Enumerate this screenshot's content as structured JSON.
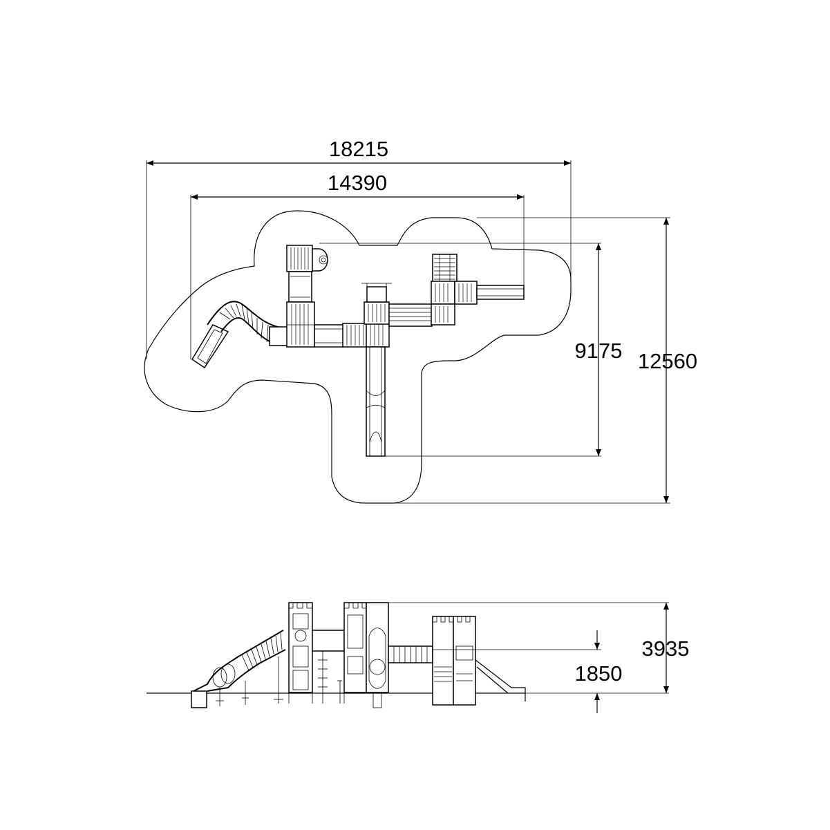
{
  "plan_view": {
    "dimensions": {
      "overall_width": "18215",
      "inner_width": "14390",
      "inner_depth": "9175",
      "overall_depth": "12560"
    }
  },
  "elevation_view": {
    "dimensions": {
      "overall_height": "3935",
      "platform_height": "1850"
    }
  },
  "colors": {
    "line": "#000000",
    "background": "#ffffff"
  }
}
